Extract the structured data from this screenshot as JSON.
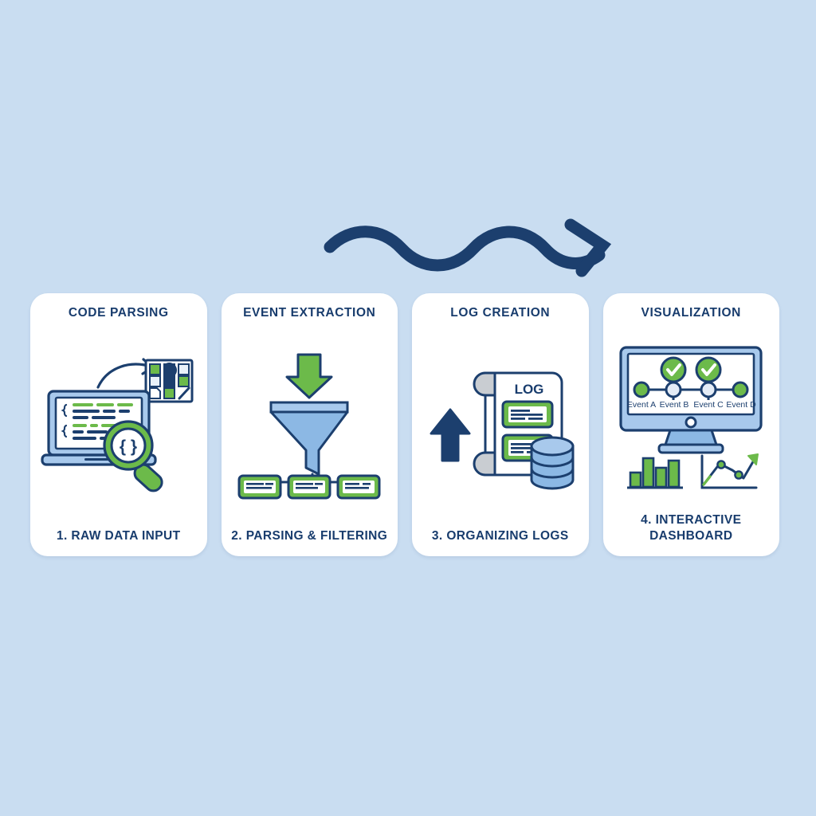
{
  "background_color": "#c9ddf1",
  "palette": {
    "navy": "#1c3f6e",
    "navy_dark": "#14355f",
    "green": "#6cba4a",
    "green_dark": "#4e9b34",
    "blue_light": "#a8c9ec",
    "blue_mid": "#8cb8e4",
    "white": "#ffffff",
    "gray": "#c9cdd2"
  },
  "flow_arrow": {
    "name": "wavy-progress-arrow",
    "color": "#1c3f6e",
    "direction": "left-to-right"
  },
  "cards": [
    {
      "title": "CODE PARSING",
      "caption": "1. RAW DATA INPUT",
      "art": "laptop-code-magnifier",
      "icons": [
        "laptop-icon",
        "code-lines-icon",
        "magnifier-code-icon",
        "curved-arrow-icon",
        "tile-grid-icon"
      ],
      "magnifier_glyph": "{ }"
    },
    {
      "title": "EVENT EXTRACTION",
      "caption": "2. PARSING & FILTERING",
      "art": "funnel-filter",
      "icons": [
        "down-arrow-icon",
        "funnel-icon",
        "branch-connector-icon",
        "event-card-icon"
      ],
      "output_boxes": 3
    },
    {
      "title": "LOG CREATION",
      "caption": "3. ORGANIZING LOGS",
      "art": "log-scroll-database",
      "scroll_label": "LOG",
      "icons": [
        "scroll-icon",
        "up-arrow-icon",
        "database-icon",
        "log-entry-icon"
      ],
      "log_entries": 2
    },
    {
      "title": "VISUALIZATION",
      "caption": "4. INTERACTIVE DASHBOARD",
      "art": "monitor-timeline-charts",
      "icons": [
        "monitor-icon",
        "timeline-icon",
        "check-badge-icon",
        "bar-chart-icon",
        "line-chart-icon"
      ],
      "timeline": {
        "labels": [
          "Event A",
          "Event B",
          "Event C",
          "Event D"
        ],
        "node_states": [
          "done",
          "checked",
          "checked",
          "done"
        ],
        "checked_indices": [
          1,
          2
        ]
      },
      "bar_chart": {
        "values": [
          38,
          78,
          50,
          72
        ]
      },
      "line_chart": {
        "points": [
          0,
          55,
          70,
          30,
          35,
          95
        ]
      }
    }
  ]
}
